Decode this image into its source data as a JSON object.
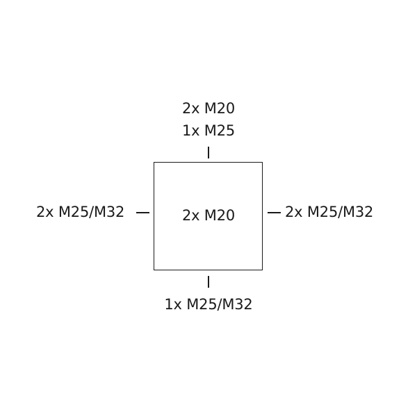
{
  "top": {
    "line1": "2x M20",
    "line2": "1x M25"
  },
  "center": {
    "label": "2x M20"
  },
  "left": {
    "label": "2x M25/M32"
  },
  "right": {
    "label": "2x M25/M32"
  },
  "bottom": {
    "label": "1x M25/M32"
  }
}
